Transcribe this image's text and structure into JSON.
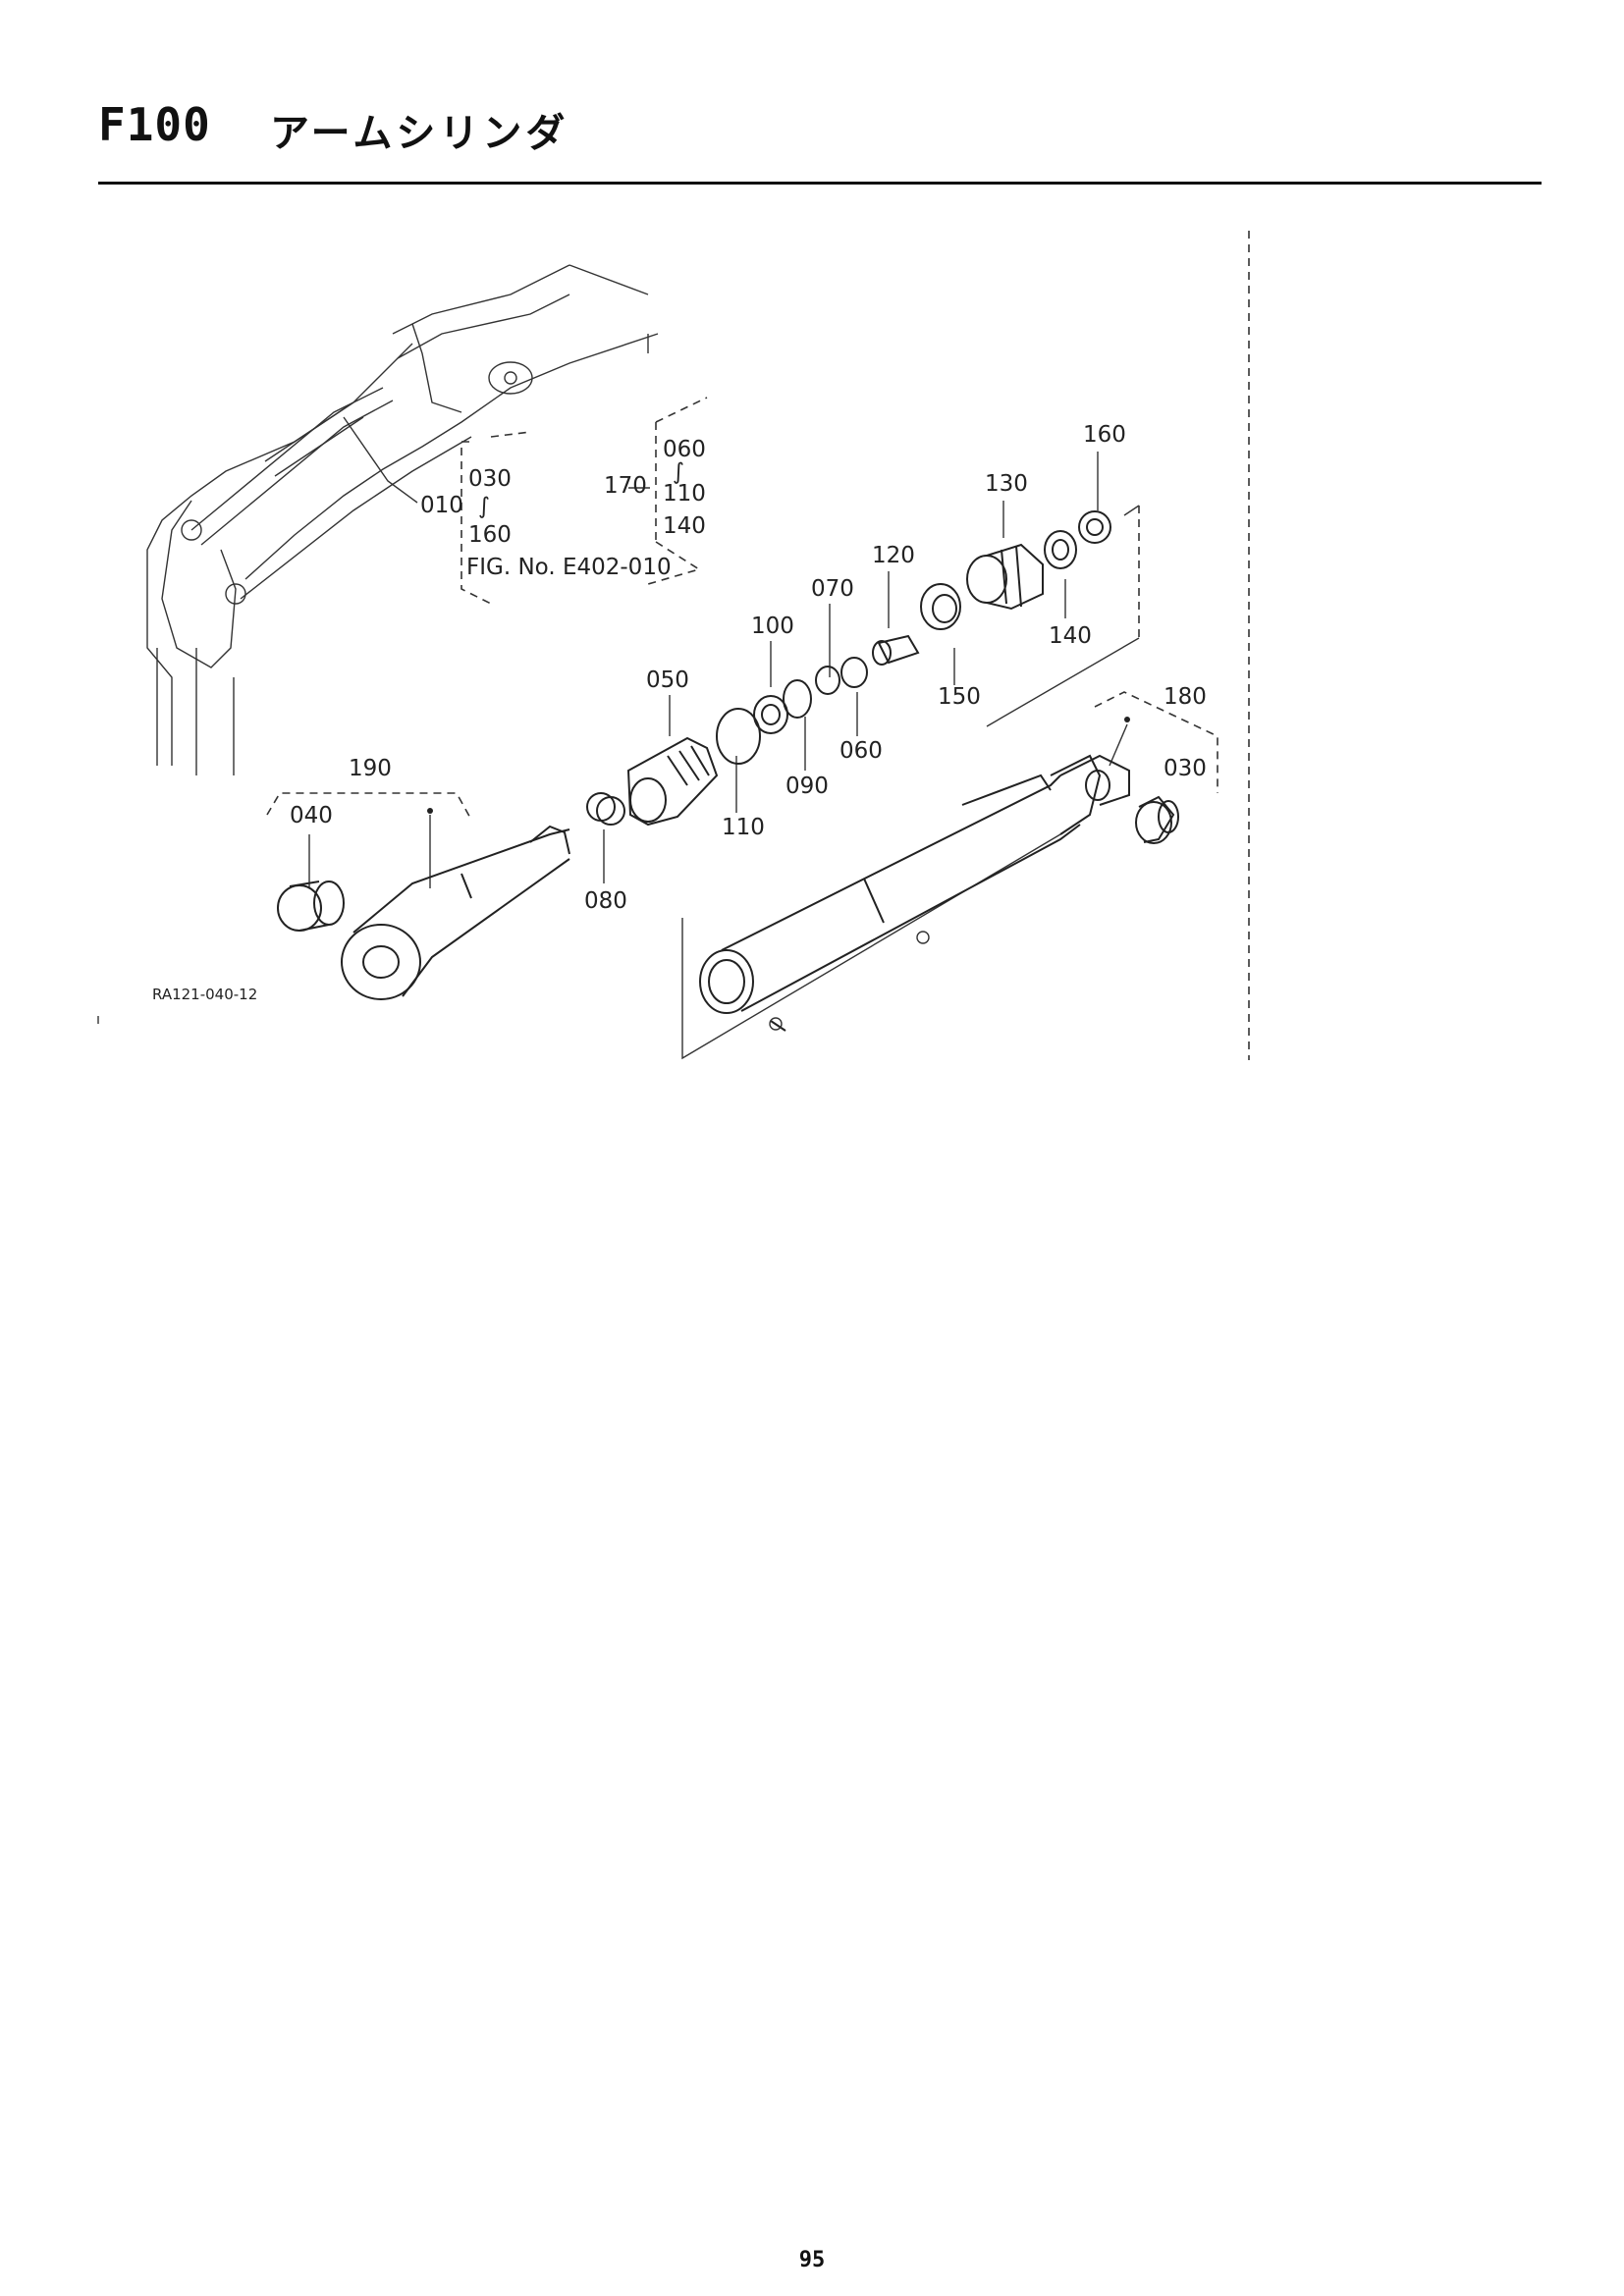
{
  "header": {
    "section_code": "F100",
    "section_title": "アームシリンダ"
  },
  "diagram": {
    "part_labels": [
      {
        "id": "p010",
        "text": "010"
      },
      {
        "id": "p030a",
        "text": "030"
      },
      {
        "id": "p160a",
        "text": "160"
      },
      {
        "id": "fig_ref",
        "text": "FIG. No. E402-010"
      },
      {
        "id": "p170",
        "text": "170"
      },
      {
        "id": "p060a",
        "text": "060"
      },
      {
        "id": "p110a",
        "text": "110"
      },
      {
        "id": "p140a",
        "text": "140"
      },
      {
        "id": "p160b",
        "text": "160"
      },
      {
        "id": "p130",
        "text": "130"
      },
      {
        "id": "p120",
        "text": "120"
      },
      {
        "id": "p070",
        "text": "070"
      },
      {
        "id": "p100",
        "text": "100"
      },
      {
        "id": "p140b",
        "text": "140"
      },
      {
        "id": "p050",
        "text": "050"
      },
      {
        "id": "p150",
        "text": "150"
      },
      {
        "id": "p180",
        "text": "180"
      },
      {
        "id": "p060b",
        "text": "060"
      },
      {
        "id": "p090",
        "text": "090"
      },
      {
        "id": "p030b",
        "text": "030"
      },
      {
        "id": "p190",
        "text": "190"
      },
      {
        "id": "p040",
        "text": "040"
      },
      {
        "id": "p110b",
        "text": "110"
      },
      {
        "id": "p080",
        "text": "080"
      }
    ],
    "drawing_code": "RA121-040-12"
  },
  "footer": {
    "page_number": "95"
  }
}
